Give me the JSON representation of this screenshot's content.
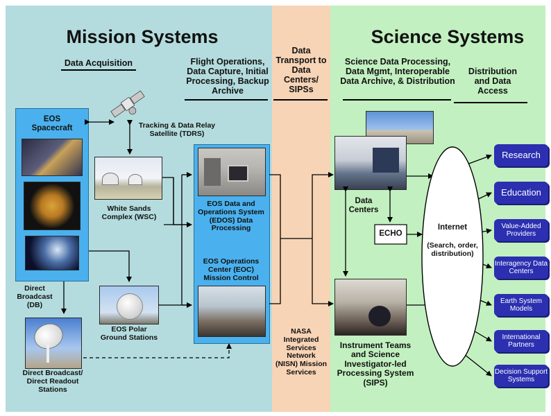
{
  "colors": {
    "mission_bg": "#b4dcde",
    "transport_bg": "#f7d4b6",
    "science_bg": "#c2f0c0",
    "box_blue": "#4ab1ee",
    "dest_blue": "#2b2fb0"
  },
  "mission": {
    "title": "Mission Systems",
    "data_acquisition": "Data Acquisition",
    "flight_ops": "Flight Operations, Data Capture, Initial Processing, Backup Archive",
    "eos_spacecraft": "EOS Spacecraft",
    "tdrs": "Tracking & Data Relay Satellite (TDRS)",
    "wsc": "White Sands Complex (WSC)",
    "edos": "EOS Data and Operations System (EDOS) Data Processing",
    "eoc": "EOS Operations Center (EOC) Mission Control",
    "direct_broadcast": "Direct Broadcast (DB)",
    "polar_ground": "EOS Polar Ground Stations",
    "readout_stations": "Direct Broadcast/ Direct Readout Stations"
  },
  "transport": {
    "header": "Data Transport to Data Centers/ SIPSs",
    "nisn": "NASA Integrated Services Network (NISN) Mission Services"
  },
  "science": {
    "title": "Science Systems",
    "processing_header": "Science Data Processing, Data Mgmt, Interoperable Data Archive, & Distribution",
    "distribution_header": "Distribution and Data Access",
    "data_centers": "Data Centers",
    "echo": "ECHO",
    "internet": "Internet",
    "internet_sub": "(Search, order, distribution)",
    "sips": "Instrument Teams and Science Investigator-led Processing System (SIPS)",
    "destinations": [
      "Research",
      "Education",
      "Value-Added Providers",
      "Interagency Data Centers",
      "Earth System Models",
      "International Partners",
      "Decision Support Systems"
    ]
  }
}
